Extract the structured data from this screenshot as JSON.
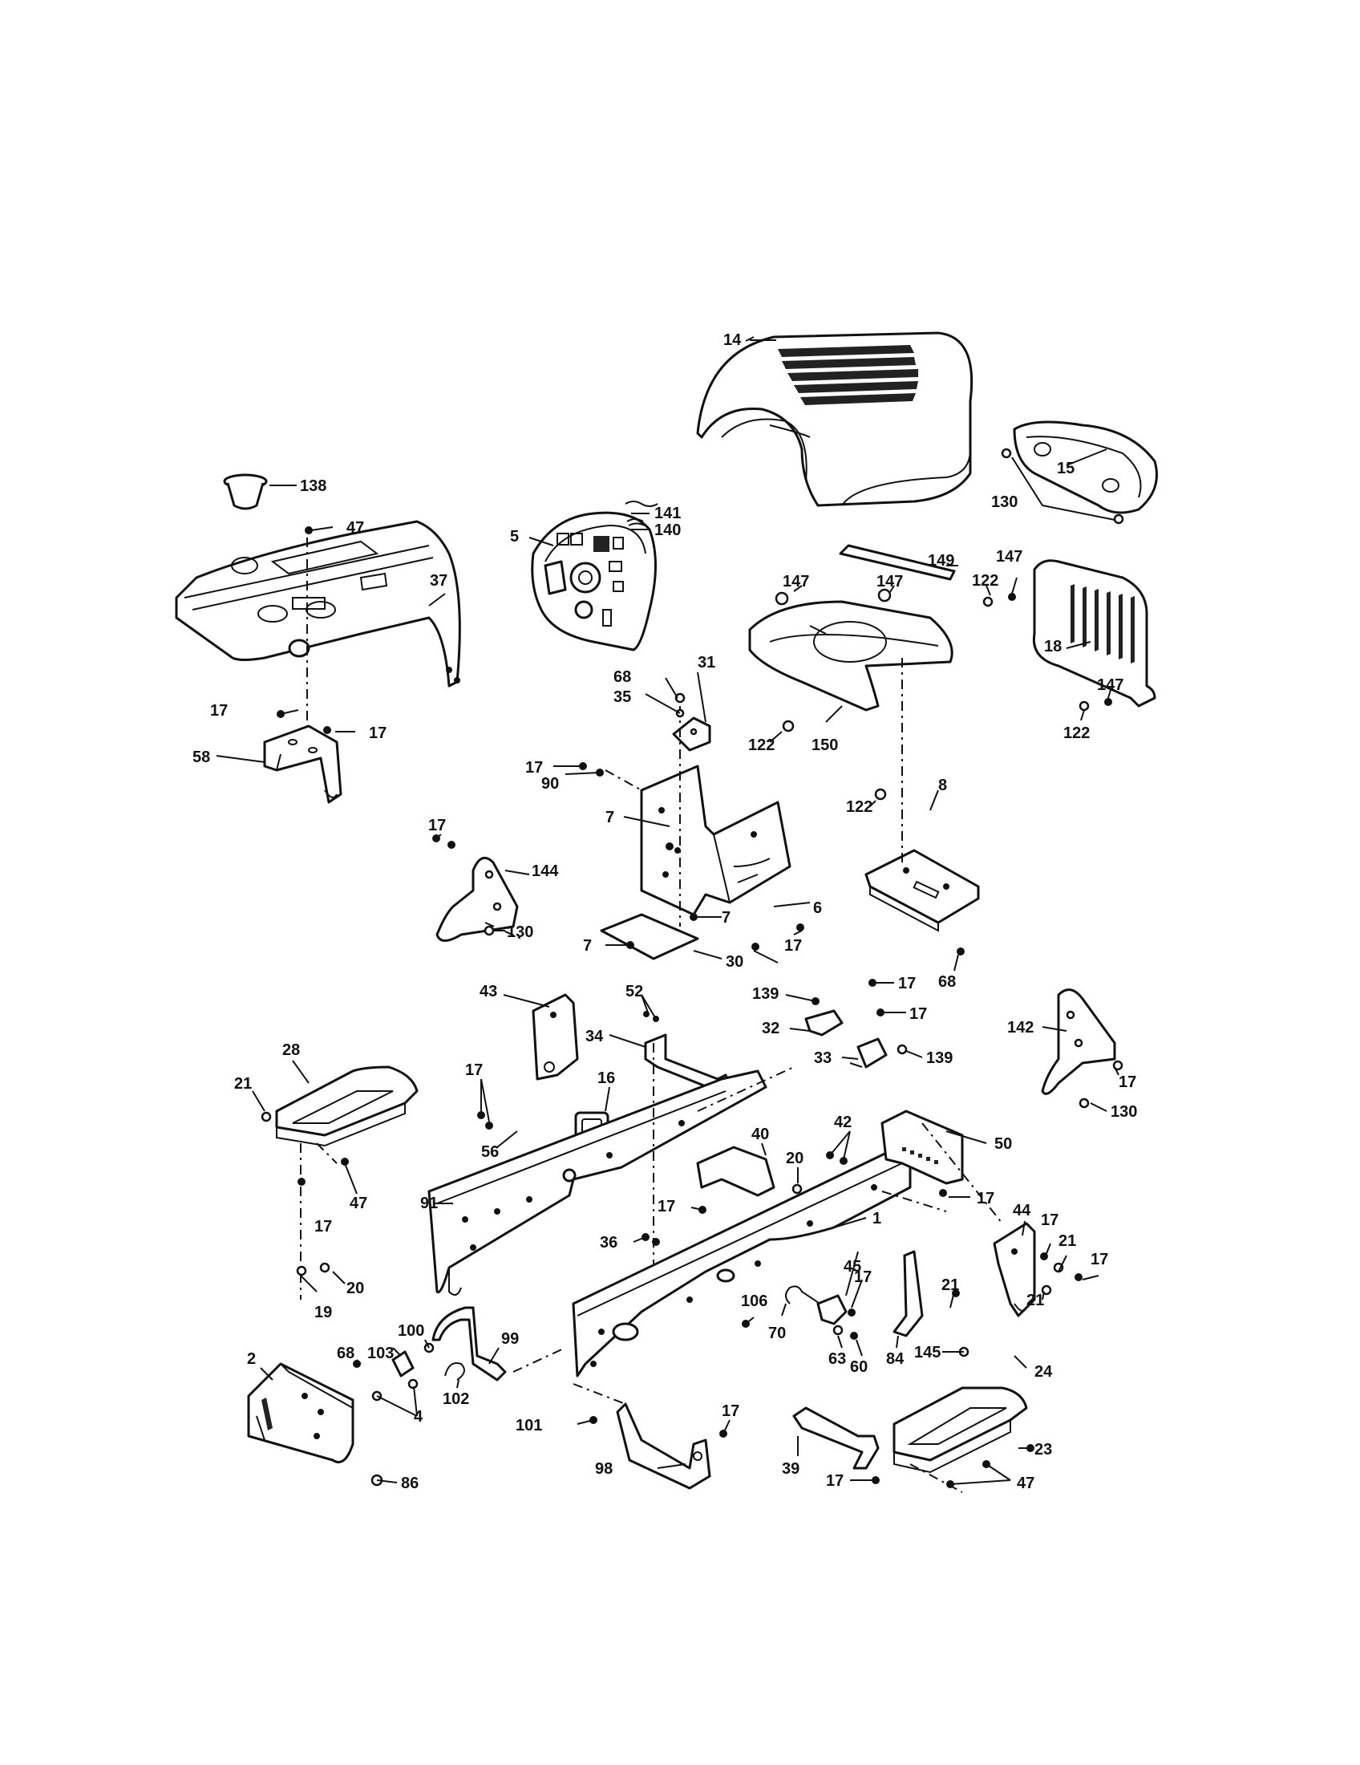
{
  "diagram": {
    "callouts": [
      {
        "id": "c14",
        "text": "14"
      },
      {
        "id": "c15",
        "text": "15"
      },
      {
        "id": "c130a",
        "text": "130"
      },
      {
        "id": "c138",
        "text": "138"
      },
      {
        "id": "c47a",
        "text": "47"
      },
      {
        "id": "c141",
        "text": "141"
      },
      {
        "id": "c140",
        "text": "140"
      },
      {
        "id": "c5",
        "text": "5"
      },
      {
        "id": "c37",
        "text": "37"
      },
      {
        "id": "c149",
        "text": "149"
      },
      {
        "id": "c147a",
        "text": "147"
      },
      {
        "id": "c122a",
        "text": "122"
      },
      {
        "id": "c147b",
        "text": "147"
      },
      {
        "id": "c147c",
        "text": "147"
      },
      {
        "id": "c18",
        "text": "18"
      },
      {
        "id": "c122b",
        "text": "122"
      },
      {
        "id": "c147d",
        "text": "147"
      },
      {
        "id": "c68a",
        "text": "68"
      },
      {
        "id": "c31",
        "text": "31"
      },
      {
        "id": "c35",
        "text": "35"
      },
      {
        "id": "c17a",
        "text": "17"
      },
      {
        "id": "c17b",
        "text": "17"
      },
      {
        "id": "c58",
        "text": "58"
      },
      {
        "id": "c122c",
        "text": "122"
      },
      {
        "id": "c150",
        "text": "150"
      },
      {
        "id": "c17c",
        "text": "17"
      },
      {
        "id": "c90",
        "text": "90"
      },
      {
        "id": "c122d",
        "text": "122"
      },
      {
        "id": "c8",
        "text": "8"
      },
      {
        "id": "c7a",
        "text": "7"
      },
      {
        "id": "c17d",
        "text": "17"
      },
      {
        "id": "c144",
        "text": "144"
      },
      {
        "id": "c6",
        "text": "6"
      },
      {
        "id": "c7b",
        "text": "7"
      },
      {
        "id": "c17e",
        "text": "17"
      },
      {
        "id": "c7c",
        "text": "7"
      },
      {
        "id": "c130b",
        "text": "130"
      },
      {
        "id": "c68b",
        "text": "68"
      },
      {
        "id": "c30",
        "text": "30"
      },
      {
        "id": "c43",
        "text": "43"
      },
      {
        "id": "c52",
        "text": "52"
      },
      {
        "id": "c139a",
        "text": "139"
      },
      {
        "id": "c17f",
        "text": "17"
      },
      {
        "id": "c17g",
        "text": "17"
      },
      {
        "id": "c32",
        "text": "32"
      },
      {
        "id": "c142",
        "text": "142"
      },
      {
        "id": "c28",
        "text": "28"
      },
      {
        "id": "c34",
        "text": "34"
      },
      {
        "id": "c33",
        "text": "33"
      },
      {
        "id": "c139b",
        "text": "139"
      },
      {
        "id": "c16",
        "text": "16"
      },
      {
        "id": "c21a",
        "text": "21"
      },
      {
        "id": "c17h",
        "text": "17"
      },
      {
        "id": "c17i",
        "text": "17"
      },
      {
        "id": "c130c",
        "text": "130"
      },
      {
        "id": "c50",
        "text": "50"
      },
      {
        "id": "c56",
        "text": "56"
      },
      {
        "id": "c40",
        "text": "40"
      },
      {
        "id": "c42",
        "text": "42"
      },
      {
        "id": "c20a",
        "text": "20"
      },
      {
        "id": "c47b",
        "text": "47"
      },
      {
        "id": "c91",
        "text": "91"
      },
      {
        "id": "c17j",
        "text": "17"
      },
      {
        "id": "c17k",
        "text": "17"
      },
      {
        "id": "c44",
        "text": "44"
      },
      {
        "id": "c17l",
        "text": "17"
      },
      {
        "id": "c17m",
        "text": "17"
      },
      {
        "id": "c1",
        "text": "1"
      },
      {
        "id": "c21b",
        "text": "21"
      },
      {
        "id": "c36",
        "text": "36"
      },
      {
        "id": "c17n",
        "text": "17"
      },
      {
        "id": "c45",
        "text": "45"
      },
      {
        "id": "c17o",
        "text": "17"
      },
      {
        "id": "c20b",
        "text": "20"
      },
      {
        "id": "c19",
        "text": "19"
      },
      {
        "id": "c106",
        "text": "106"
      },
      {
        "id": "c21c",
        "text": "21"
      },
      {
        "id": "c21d",
        "text": "21"
      },
      {
        "id": "c100",
        "text": "100"
      },
      {
        "id": "c99",
        "text": "99"
      },
      {
        "id": "c70",
        "text": "70"
      },
      {
        "id": "c84",
        "text": "84"
      },
      {
        "id": "c68c",
        "text": "68"
      },
      {
        "id": "c103",
        "text": "103"
      },
      {
        "id": "c63",
        "text": "63"
      },
      {
        "id": "c60",
        "text": "60"
      },
      {
        "id": "c145",
        "text": "145"
      },
      {
        "id": "c2",
        "text": "2"
      },
      {
        "id": "c24",
        "text": "24"
      },
      {
        "id": "c102",
        "text": "102"
      },
      {
        "id": "c4",
        "text": "4"
      },
      {
        "id": "c101",
        "text": "101"
      },
      {
        "id": "c17p",
        "text": "17"
      },
      {
        "id": "c23",
        "text": "23"
      },
      {
        "id": "c98",
        "text": "98"
      },
      {
        "id": "c39",
        "text": "39"
      },
      {
        "id": "c17q",
        "text": "17"
      },
      {
        "id": "c47c",
        "text": "47"
      },
      {
        "id": "c86",
        "text": "86"
      }
    ]
  }
}
